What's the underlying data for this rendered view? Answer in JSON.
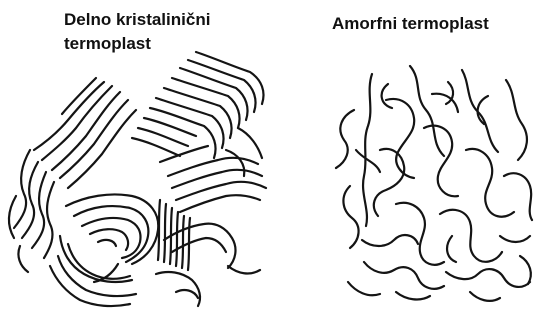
{
  "panels": [
    {
      "id": "semi-crystalline",
      "title": "Delno kristalinični termoplast",
      "structure": "semi-crystalline polymer chains"
    },
    {
      "id": "amorphous",
      "title": "Amorfni termoplast",
      "structure": "amorphous polymer chains"
    }
  ],
  "colors": {
    "background": "#ffffff",
    "ink": "#141414"
  }
}
